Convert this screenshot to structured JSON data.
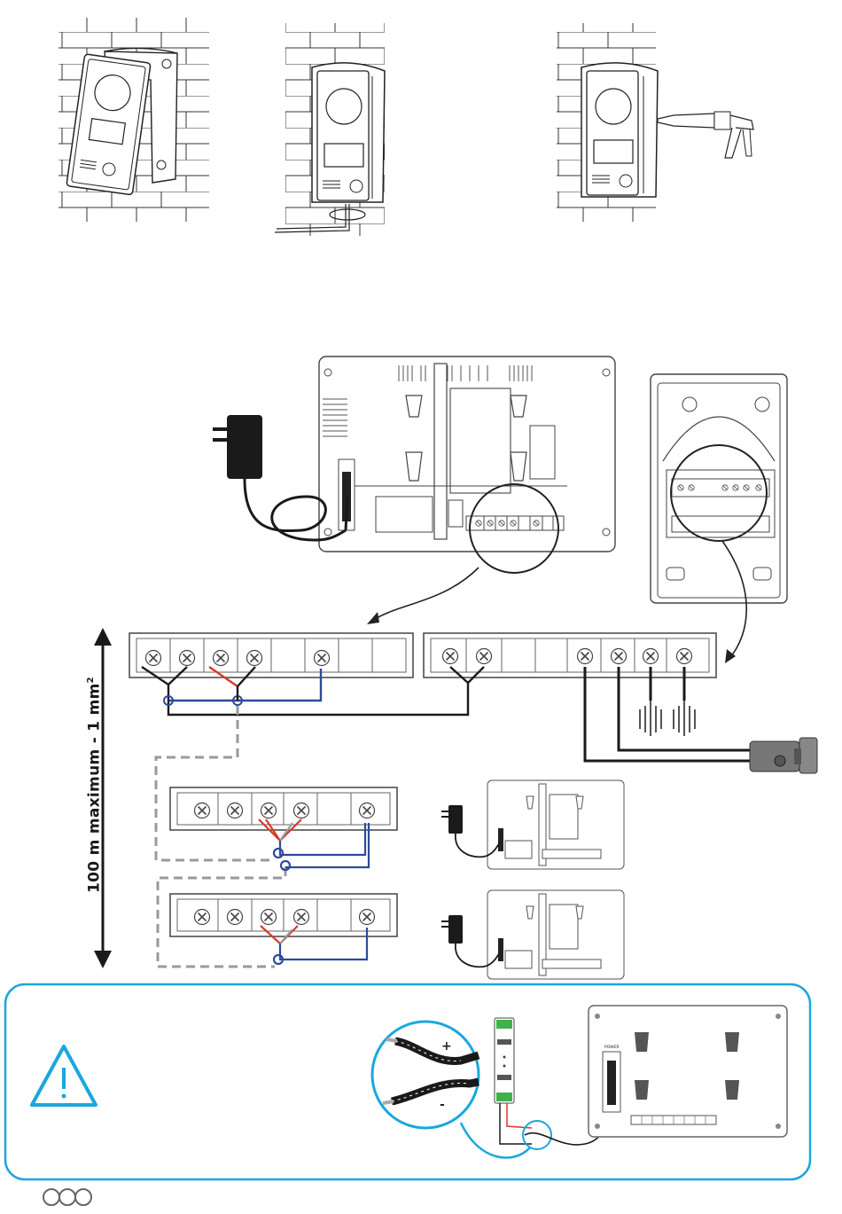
{
  "distance_label": {
    "text": "100 m maximum - 1 mm",
    "superscript": "2"
  },
  "monitor_power_label": "POWER",
  "adapter_polarity": {
    "plus": "+",
    "minus": "-"
  },
  "colors": {
    "accent_cyan": "#1aa7de",
    "wire_blue": "#2d4a9a",
    "wire_red": "#d83a2b",
    "wire_grey": "#9a9a9a",
    "wire_black": "#1a1a1a",
    "psu_green": "#3fb24a"
  },
  "icons": [
    "warning-triangle-icon",
    "brand-logo-icon",
    "power-adapter-icon",
    "door-lock-icon",
    "speaker-coil-icon",
    "caulk-gun-icon"
  ]
}
